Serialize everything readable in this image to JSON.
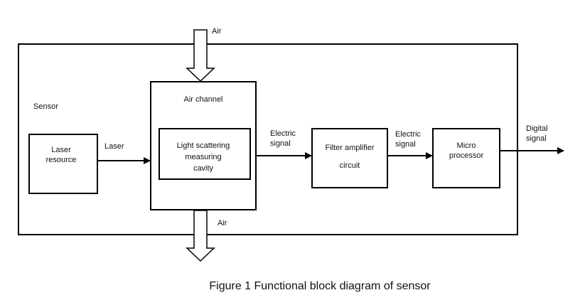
{
  "diagram": {
    "container_label": "Sensor",
    "caption": "Figure 1 Functional block diagram of sensor",
    "blocks": {
      "laser_source": {
        "line1": "Laser",
        "line2": "resource"
      },
      "air_channel": {
        "title": "Air channel"
      },
      "cavity": {
        "line1": "Light scattering",
        "line2": "measuring",
        "line3": "cavity"
      },
      "filter_amp": {
        "line1": "Filter amplifier",
        "line2": "circuit"
      },
      "microprocessor": {
        "line1": "Micro",
        "line2": "processor"
      }
    },
    "edges": {
      "air_in": "Air",
      "air_out": "Air",
      "laser": "Laser",
      "electric1": {
        "line1": "Electric",
        "line2": "signal"
      },
      "electric2": {
        "line1": "Electric",
        "line2": "signal"
      },
      "digital": {
        "line1": "Digital",
        "line2": "signal"
      }
    }
  }
}
